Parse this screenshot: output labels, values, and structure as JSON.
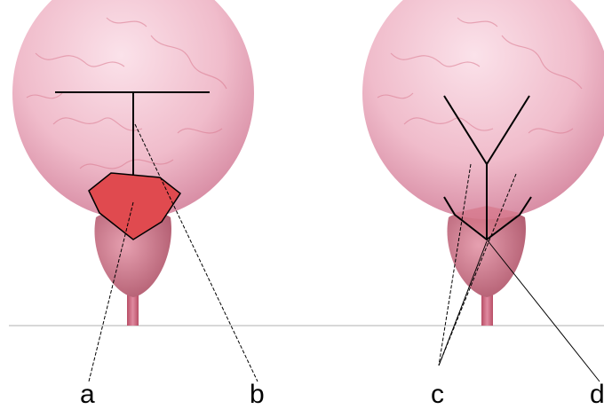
{
  "labels": {
    "a": "a",
    "b": "b",
    "c": "c",
    "d": "d"
  },
  "colors": {
    "bladder": "#f2c4d1",
    "bladder_shadow": "#d98fa6",
    "vein": "#d9798f",
    "prostate": "#c96d80",
    "urethra": "#c45c72",
    "incision_area": "#e04a4f",
    "line": "#000000",
    "baseline": "#cccccc"
  }
}
